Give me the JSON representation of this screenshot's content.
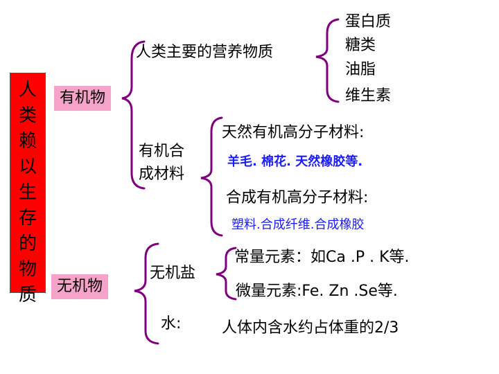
{
  "root": {
    "label": "人类赖以生存的物质",
    "color": "#ff0000"
  },
  "organic": {
    "label": "有机物",
    "nutrients": {
      "label": "人类主要的营养物质",
      "items": [
        "蛋白质",
        "糖类",
        "油脂",
        "维生素"
      ]
    },
    "synthetic": {
      "label_line1": "有机合",
      "label_line2": "成材料",
      "natural": {
        "label": "天然有机高分子材料:",
        "examples": "羊毛.  棉花.  天然橡胶等."
      },
      "manmade": {
        "label": "合成有机高分子材料:",
        "examples": "塑料.合成纤维.合成橡胶"
      }
    }
  },
  "inorganic": {
    "label": "无机物",
    "salts": {
      "label": "无机盐",
      "major": "常量元素：如Ca .P .  K等.",
      "trace": "微量元素:Fe. Zn .Se等."
    },
    "water": {
      "label": "水:",
      "fact": "人体内含水约占体重的2/3"
    }
  },
  "colors": {
    "box_fill": "#f5a3c8",
    "brace": "#800080",
    "example_text": "#1a1aff"
  }
}
